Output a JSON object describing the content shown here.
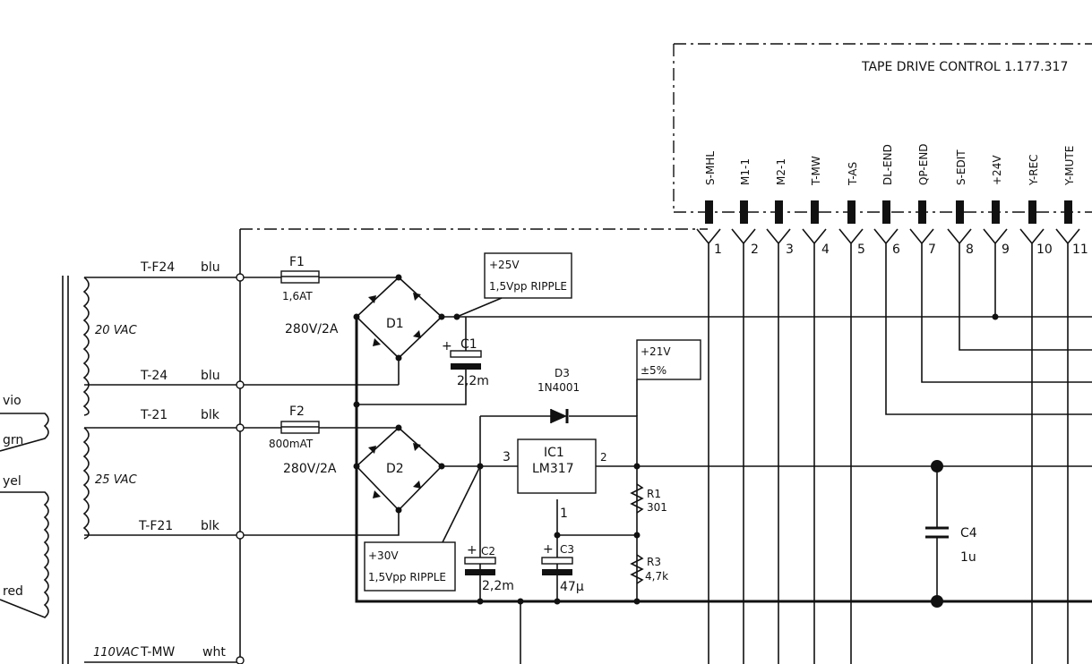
{
  "tape_drive_control": {
    "title": "TAPE DRIVE CONTROL  1.177.317",
    "connector_signals": [
      "S-MHL",
      "M1-1",
      "M2-1",
      "T-MW",
      "T-AS",
      "DL-END",
      "QP-END",
      "S-EDIT",
      "+24V",
      "Y-REC",
      "Y-MUTE"
    ],
    "pin_numbers": [
      "1",
      "2",
      "3",
      "4",
      "5",
      "6",
      "7",
      "8",
      "9",
      "10",
      "11"
    ]
  },
  "transformer": {
    "taps": {
      "tf24": "T-F24",
      "blu1": "blu",
      "t24": "T-24",
      "blu2": "blu",
      "t21": "T-21",
      "blk1": "blk",
      "tf21": "T-F21",
      "blk2": "blk",
      "tmw": "T-MW",
      "wht": "wht"
    },
    "winding_20": "20 VAC",
    "winding_25": "25 VAC",
    "winding_110": "110VAC",
    "primary_wires": [
      "vio",
      "grn",
      "yel",
      "red"
    ]
  },
  "components": {
    "f1": {
      "name": "F1",
      "value": "1,6AT"
    },
    "f2": {
      "name": "F2",
      "value": "800mAT"
    },
    "d1": {
      "name": "D1",
      "rating": "280V/2A"
    },
    "d2": {
      "name": "D2",
      "rating": "280V/2A"
    },
    "c1": {
      "name": "C1",
      "value": "2,2m",
      "plus": "+"
    },
    "c2": {
      "name": "C2",
      "value": "2,2m",
      "plus": "+"
    },
    "c3": {
      "name": "C3",
      "value": "47µ",
      "plus": "+"
    },
    "c4": {
      "name": "C4",
      "value": "1u"
    },
    "d3": {
      "name": "D3",
      "part": "1N4001"
    },
    "ic1": {
      "name": "IC1",
      "part": "LM317",
      "pin_in": "3",
      "pin_out": "2",
      "pin_adj": "1"
    },
    "r1": {
      "name": "R1",
      "value": "301"
    },
    "r3": {
      "name": "R3",
      "value": "4,7k"
    }
  },
  "annotations": {
    "v25_line1": "+25V",
    "v25_line2": "1,5Vpp RIPPLE",
    "v21_line1": "+21V",
    "v21_line2": "±5%",
    "v30_line1": "+30V",
    "v30_line2": "1,5Vpp RIPPLE"
  }
}
